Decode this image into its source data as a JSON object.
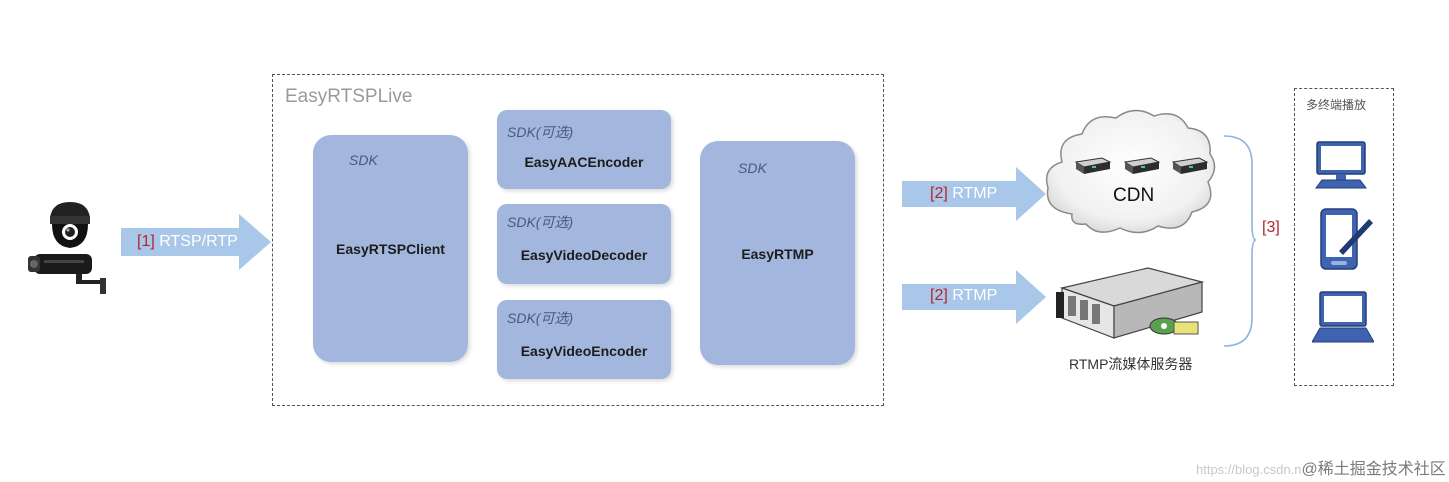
{
  "container": {
    "title": "EasyRTSPLive"
  },
  "blocks": {
    "client": {
      "sdk": "SDK",
      "name": "EasyRTSPClient"
    },
    "aac": {
      "sdk": "SDK(可选)",
      "name": "EasyAACEncoder"
    },
    "vdec": {
      "sdk": "SDK(可选)",
      "name": "EasyVideoDecoder"
    },
    "venc": {
      "sdk": "SDK(可选)",
      "name": "EasyVideoEncoder"
    },
    "rtmp": {
      "sdk": "SDK",
      "name": "EasyRTMP"
    }
  },
  "arrows": {
    "a1": {
      "num": "[1]",
      "text": " RTSP/RTP"
    },
    "a2": {
      "num": "[2]",
      "text": " RTMP"
    },
    "a3": {
      "num": "[2]",
      "text": " RTMP"
    }
  },
  "cdn": {
    "label": "CDN"
  },
  "server": {
    "label": "RTMP流媒体服务器"
  },
  "bracket": {
    "label": "[3]"
  },
  "terminals": {
    "title": "多终端播放"
  },
  "watermark": {
    "faint": "https://blog.csdn.n",
    "strong": "@稀土掘金技术社区"
  },
  "colors": {
    "block": "#a3b7de",
    "arrow": "#a9c7e8",
    "accent_num": "#b3262b"
  }
}
